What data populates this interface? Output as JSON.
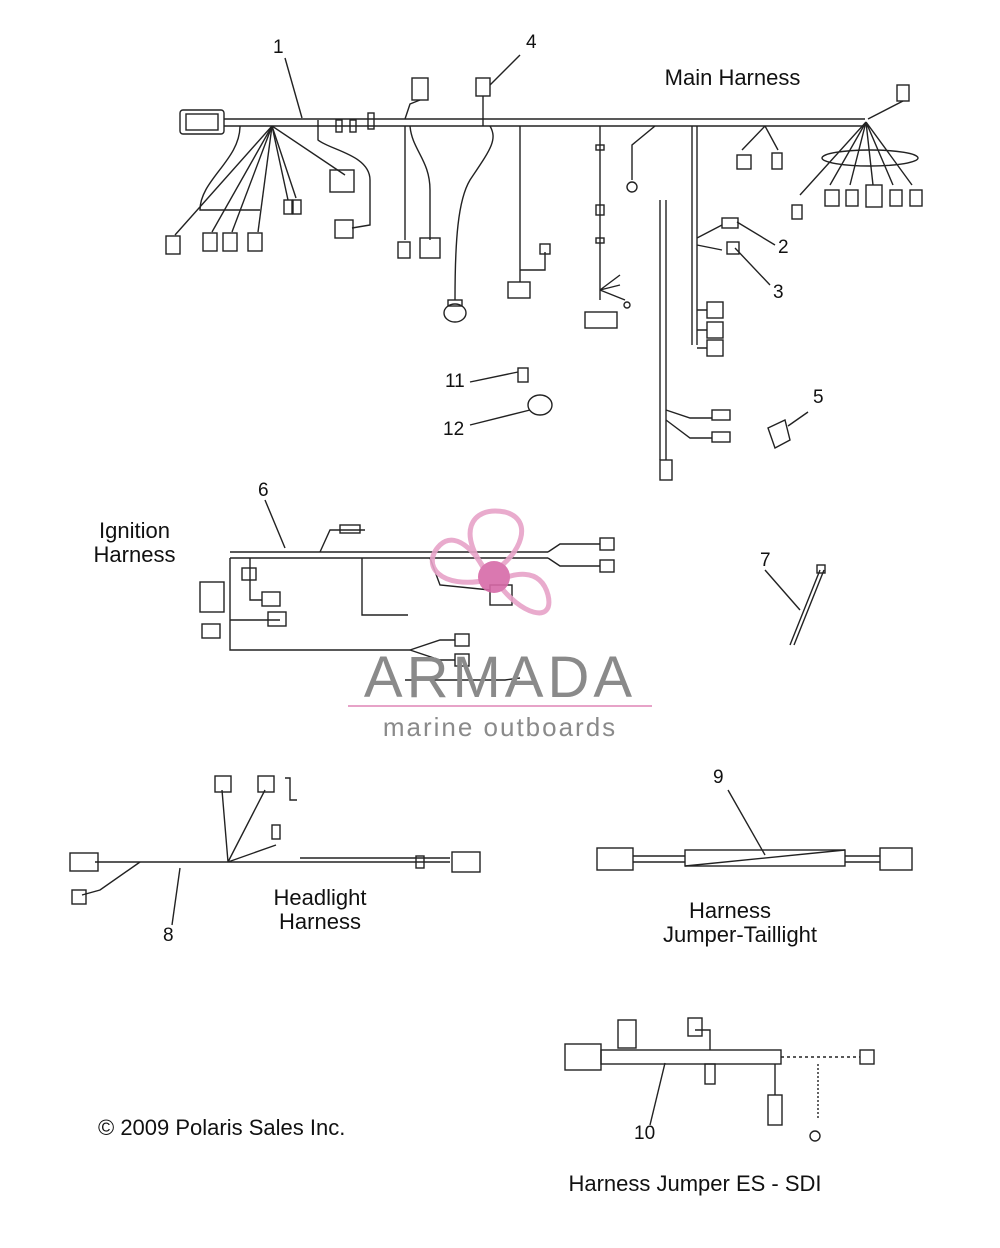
{
  "labels": {
    "main_harness": "Main Harness",
    "ignition_line1": "Ignition",
    "ignition_line2": "Harness",
    "headlight_line1": "Headlight",
    "headlight_line2": "Harness",
    "taillight_line1": "Harness",
    "taillight_line2": "Jumper-Taillight",
    "es_sdi": "Harness Jumper ES - SDI"
  },
  "callouts": [
    "1",
    "2",
    "3",
    "4",
    "5",
    "6",
    "7",
    "8",
    "9",
    "10",
    "11",
    "12"
  ],
  "watermark": {
    "brand": "ARMADA",
    "tagline": "marine outboards",
    "logo_color": "#e7a3c8",
    "text_color": "#8a8a8a"
  },
  "copyright": "© 2009 Polaris Sales Inc."
}
